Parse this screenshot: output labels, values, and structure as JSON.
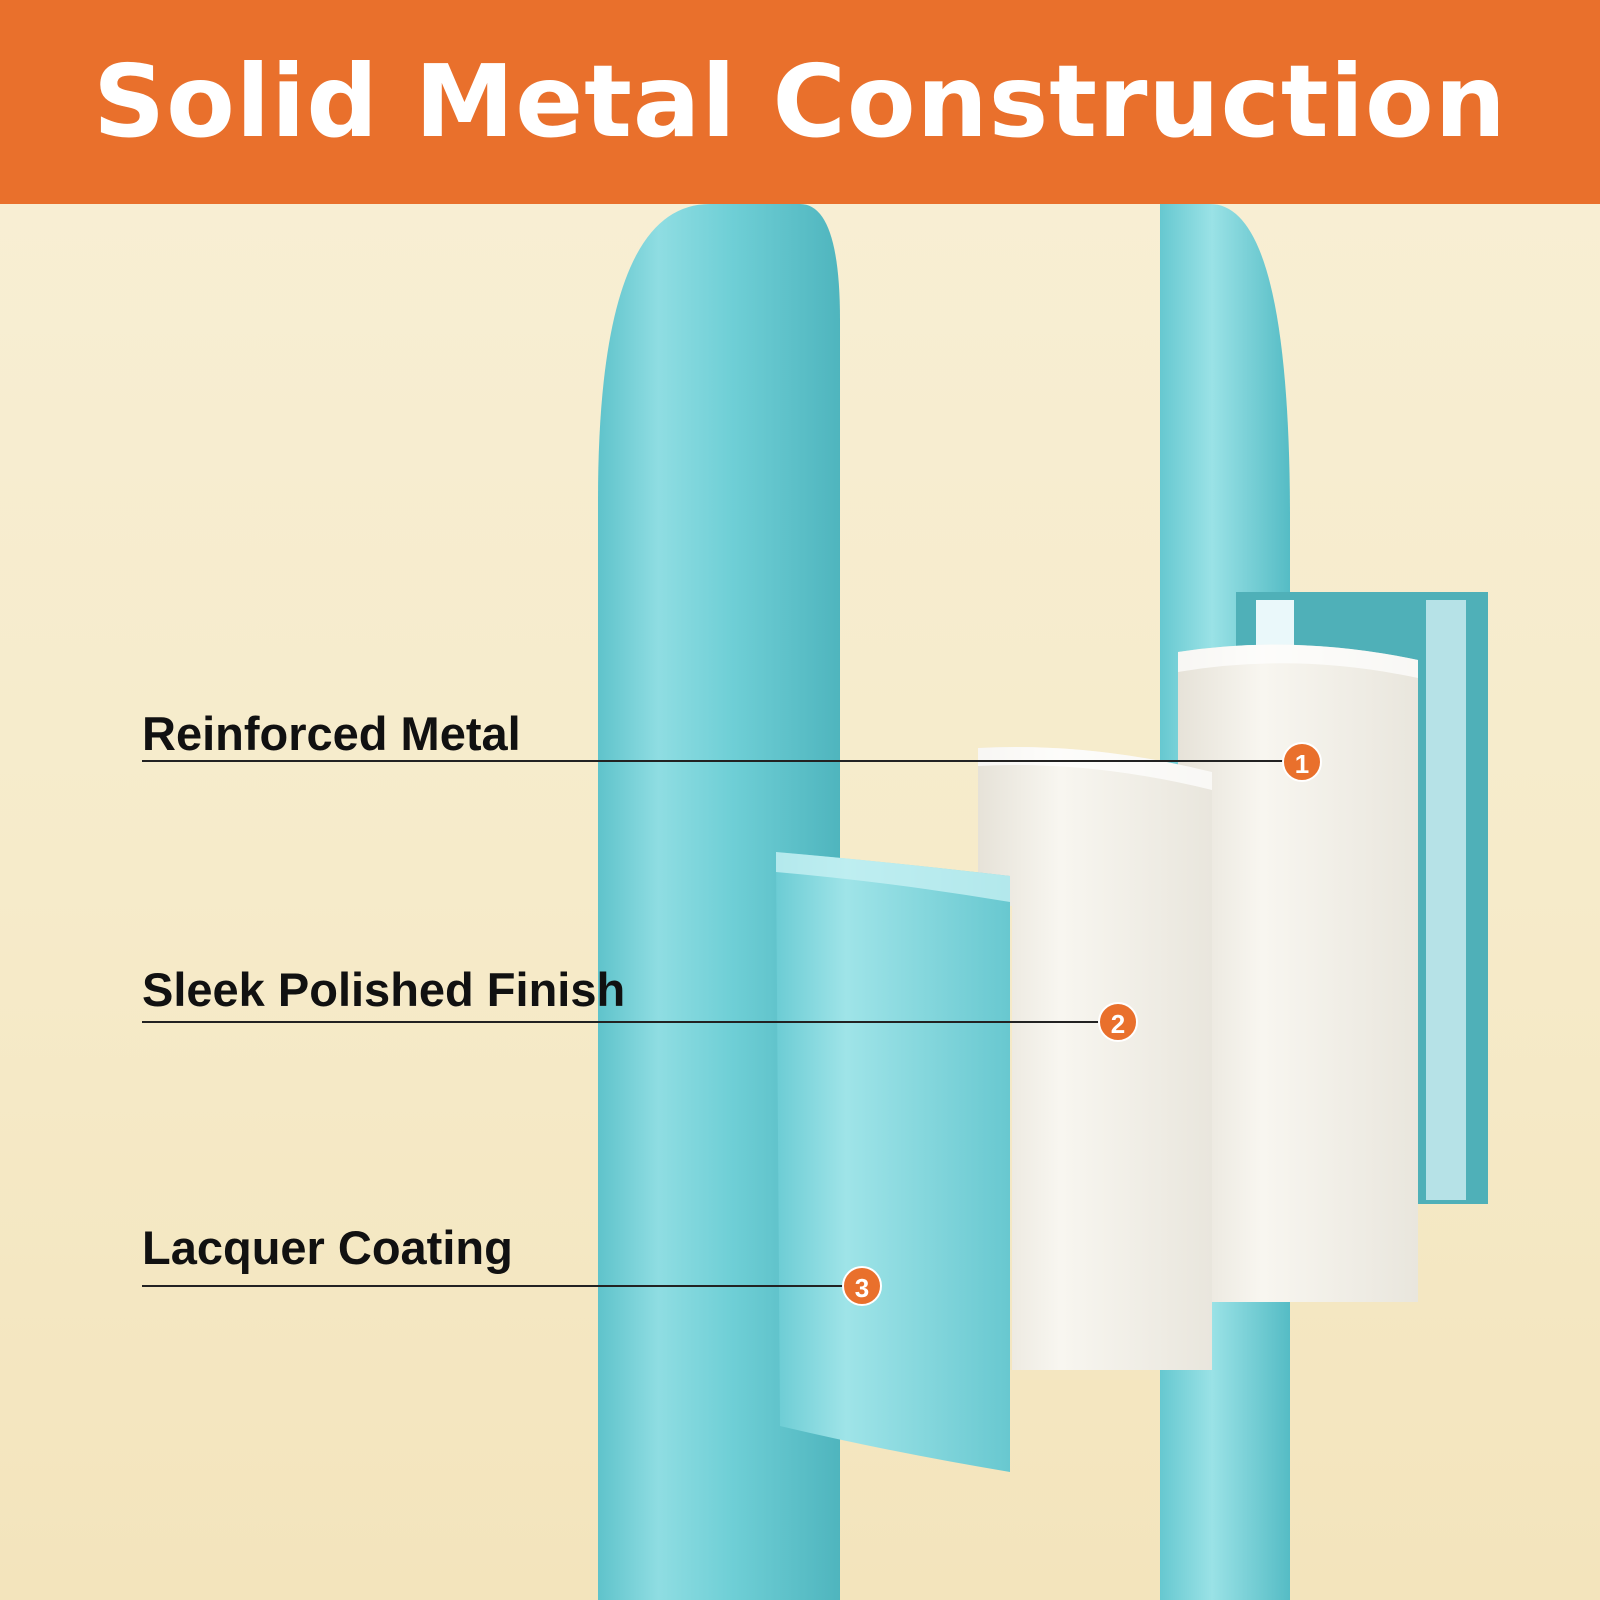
{
  "header": {
    "title": "Solid Metal Construction"
  },
  "callouts": [
    {
      "number": "1",
      "label": "Reinforced Metal"
    },
    {
      "number": "2",
      "label": "Sleek Polished Finish"
    },
    {
      "number": "3",
      "label": "Lacquer Coating"
    }
  ],
  "colors": {
    "accent": "#e9702c",
    "tube": "#6fcfd6",
    "layer": "#f4f1ea",
    "background": "#f7eed2"
  }
}
